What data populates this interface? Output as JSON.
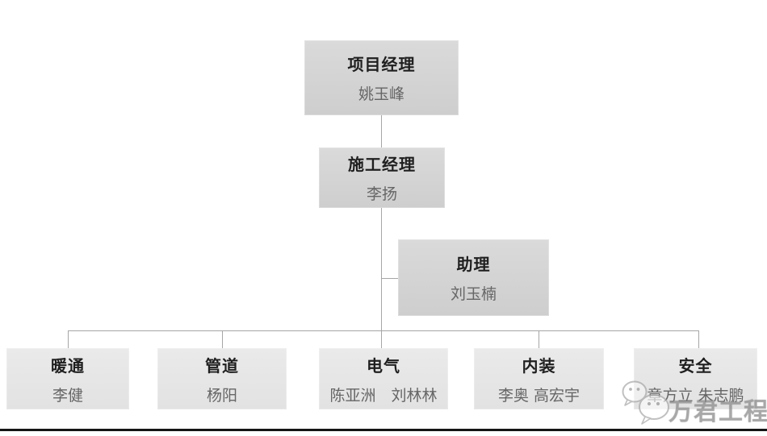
{
  "diagram": {
    "type": "org-chart",
    "nodes": {
      "project_manager": {
        "title": "项目经理",
        "name": "姚玉峰"
      },
      "construction_manager": {
        "title": "施工经理",
        "name": "李扬"
      },
      "assistant": {
        "title": "助理",
        "name": "刘玉楠"
      },
      "hvac": {
        "title": "暖通",
        "name": "李健"
      },
      "piping": {
        "title": "管道",
        "name": "杨阳"
      },
      "electrical": {
        "title": "电气",
        "name": "陈亚洲　刘林林"
      },
      "interior": {
        "title": "内装",
        "name": "李奥 高宏宇"
      },
      "safety": {
        "title": "安全",
        "name": "章方立 朱志鹏"
      }
    },
    "colors": {
      "box_fill_upper": "#d4d4d4",
      "box_fill_bottom_row": "#e6e6e6",
      "connector_line": "#a6a6a6",
      "title_text": "#1f1f1f",
      "name_text": "#666666",
      "bottom_bar": "#151515",
      "watermark_text": "#949494"
    }
  },
  "watermark": {
    "icon": "wechat-bubbles-icon",
    "text": "万君工程"
  }
}
